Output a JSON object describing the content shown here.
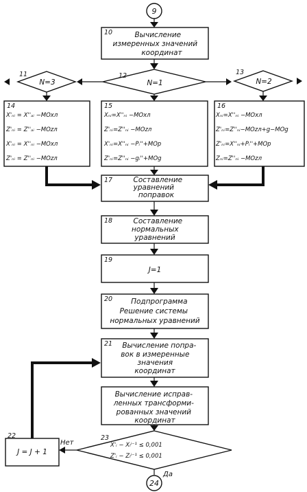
{
  "start_connector": "9",
  "end_connector": "24",
  "block10": {
    "num": "10",
    "lines": [
      "Вычисление",
      "измеренных значений",
      "координат"
    ]
  },
  "block11": {
    "num": "11",
    "cond": "N=3"
  },
  "block12": {
    "num": "12",
    "cond": "N=1"
  },
  "block13": {
    "num": "13",
    "cond": "N=2"
  },
  "block14": {
    "num": "14",
    "lines": [
      "X'ₙᵢ = X''ₐᵢ −MOxл",
      "Z'ₙᵢ = Z''ₐᵢ −MOzл",
      "X'ₙᵢ = X''ₙᵢ −MOxл",
      "Z'ₙᵢ = Z''ₙᵢ −MOzл"
    ]
  },
  "block15": {
    "num": "15",
    "lines": [
      "Xₙᵢ=X''ₙᵢ −MOxл",
      "Z'ₙᵢ=Z''ₙᵢ −MOzл",
      "X'ₙᵢ=X''ₙᵢ −Pᵢ''+MOp",
      "Z'ₙᵢ=Z''ₙᵢ −gᵢ''+MOg"
    ]
  },
  "block16": {
    "num": "16",
    "lines": [
      "Xₙᵢ=X''ₙᵢ −MOxл",
      "Z'ₙᵢ=Z''ₙᵢ−MOzл+g−MOg",
      "Z'ₙᵢ=X''ₙᵢ+Pᵢ''+MOp",
      "Zₙᵢ=Z''ₙᵢ −MOzл"
    ]
  },
  "block17": {
    "num": "17",
    "lines": [
      "Составление",
      "уравнений",
      "поправок"
    ]
  },
  "block18": {
    "num": "18",
    "lines": [
      "Составление",
      "нормальных",
      "уравнений"
    ]
  },
  "block19": {
    "num": "19",
    "lines": [
      "J=1"
    ]
  },
  "block20": {
    "num": "20",
    "lines": [
      "Подпрограмма",
      "Решение системы",
      "нормальных уравнений"
    ]
  },
  "block21": {
    "num": "21",
    "lines": [
      "Вычисление попра-",
      "вок в измеренные",
      "значения",
      "координат"
    ]
  },
  "block_corr": {
    "lines": [
      "Вычисление исправ-",
      "ленных трансформи-",
      "рованных значений",
      "координат"
    ]
  },
  "block22": {
    "num": "22",
    "lines": [
      "J = J + 1"
    ]
  },
  "block23": {
    "num": "23",
    "lines": [
      "X'ᵢ − Xᵢʲ⁻¹ ≤ 0,001",
      "Z'ᵢ − Zᵢʲ⁻¹ ≤ 0,001"
    ]
  },
  "no_label": "Нет",
  "yes_label": "Да"
}
